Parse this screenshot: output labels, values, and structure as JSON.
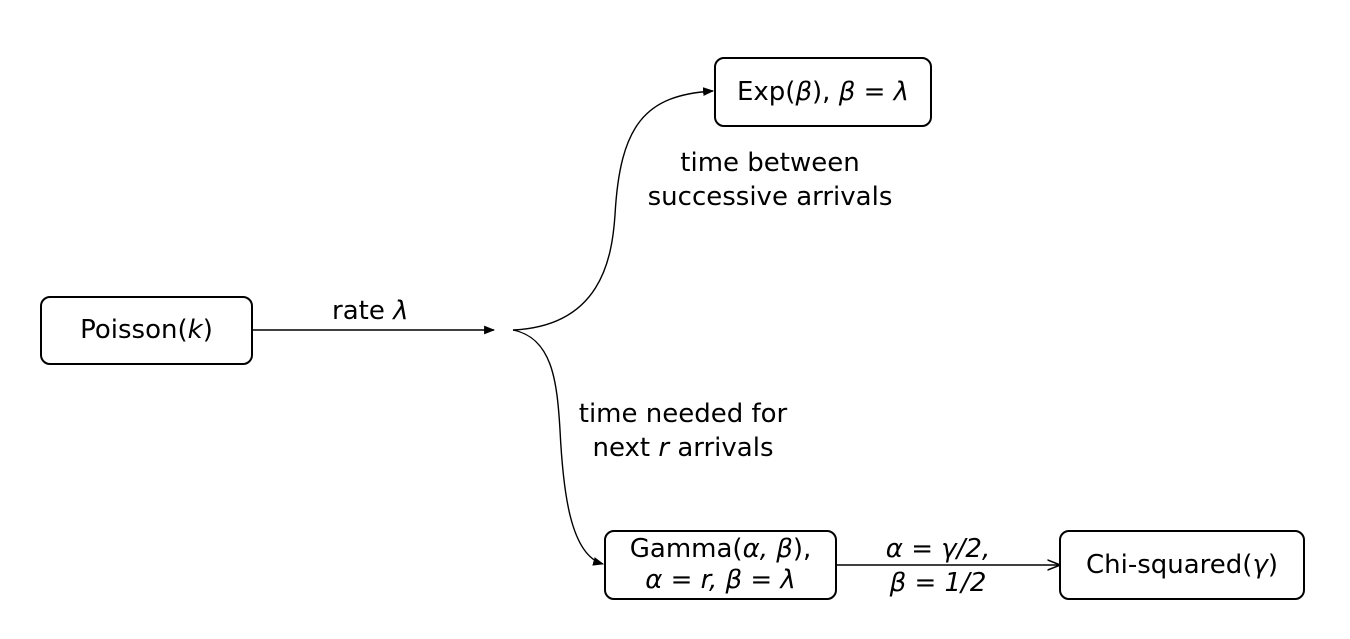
{
  "nodes": {
    "poisson": {
      "pre": "Poisson(",
      "var": "k",
      "post": ")"
    },
    "exp": {
      "pre": "Exp(",
      "v1": "β",
      "mid": "), ",
      "v2": "β = λ"
    },
    "gamma": {
      "l1_pre": "Gamma(",
      "l1_var": "α, β",
      "l1_post": "),",
      "l2": "α = r, β = λ"
    },
    "chisq": {
      "pre": "Chi-squared(",
      "var": "γ",
      "post": ")"
    }
  },
  "edges": {
    "rate": {
      "pre": "rate ",
      "var": "λ"
    },
    "exp_label": {
      "line1": "time between",
      "line2": "successive arrivals"
    },
    "gamma_label": {
      "line1": "time needed for",
      "line2_pre": "next ",
      "line2_var": "r",
      "line2_post": " arrivals"
    },
    "chisq_label": {
      "line1": "α = γ/2,",
      "line2": "β = 1/2"
    }
  }
}
